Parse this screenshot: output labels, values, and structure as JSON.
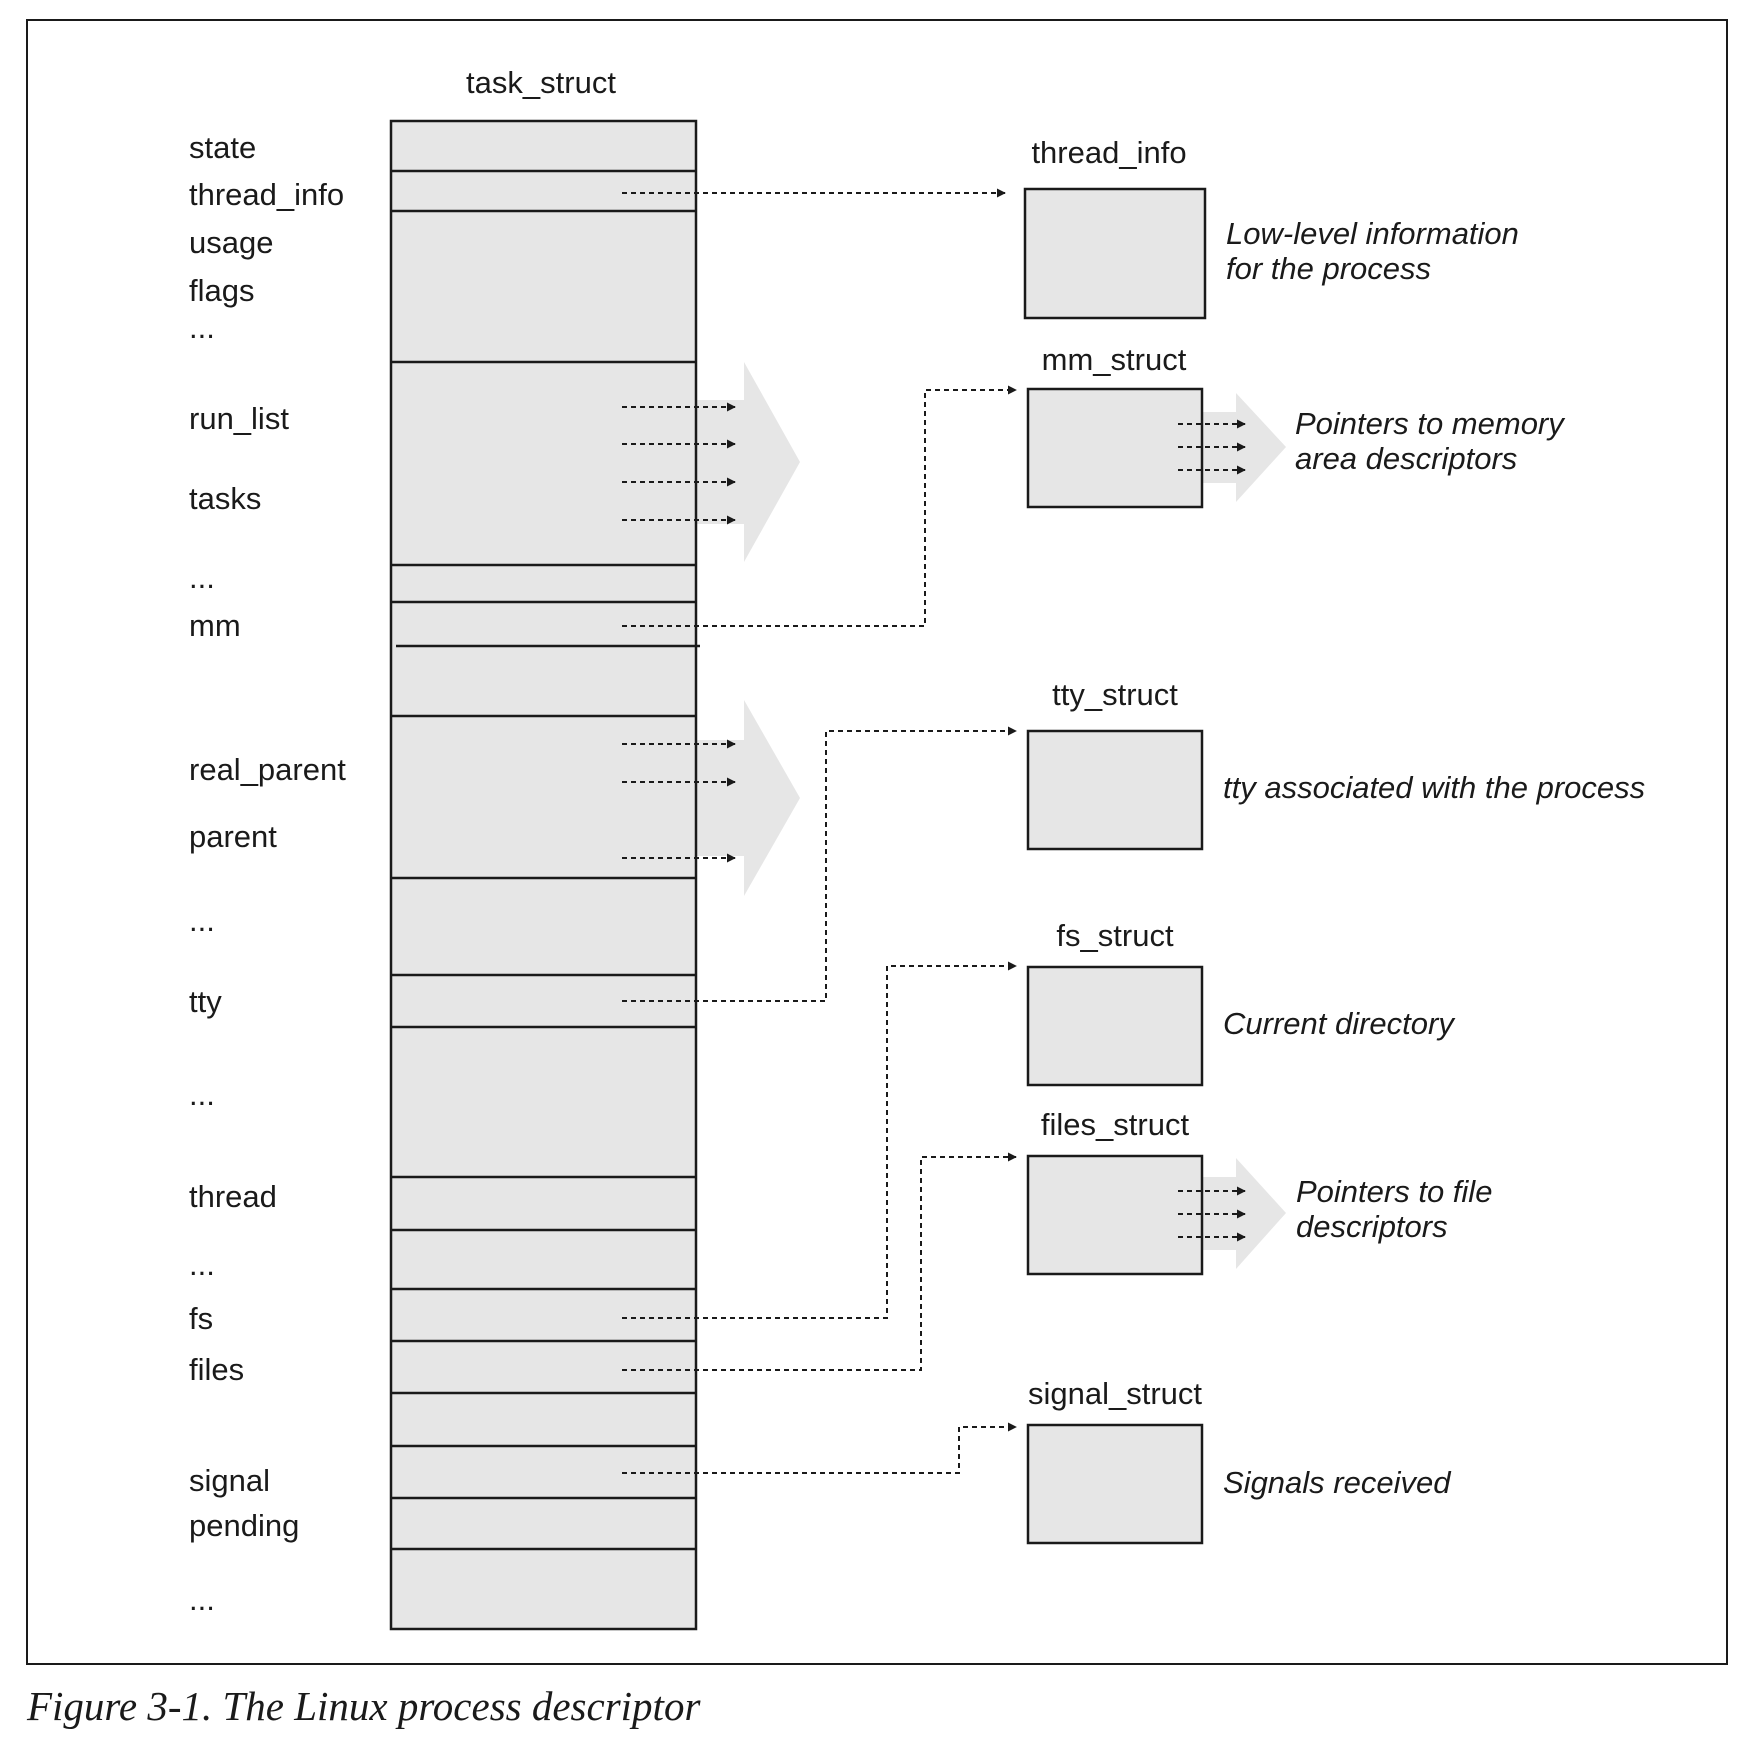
{
  "task_struct": {
    "title": "task_struct",
    "fields": {
      "state": "state",
      "thread_info": "thread_info",
      "usage": "usage",
      "flags": "flags",
      "ellipsis1": "...",
      "run_list": "run_list",
      "tasks": "tasks",
      "ellipsis2": "...",
      "mm": "mm",
      "real_parent": "real_parent",
      "parent": "parent",
      "ellipsis3": "...",
      "tty": "tty",
      "ellipsis4": "...",
      "thread": "thread",
      "ellipsis5": "...",
      "fs": "fs",
      "files": "files",
      "signal": "signal",
      "pending": "pending",
      "ellipsis6": "..."
    }
  },
  "structs": {
    "thread_info": {
      "title": "thread_info",
      "desc": [
        "Low-level information",
        "for the process"
      ]
    },
    "mm_struct": {
      "title": "mm_struct",
      "desc": [
        "Pointers to memory",
        "area descriptors"
      ]
    },
    "tty_struct": {
      "title": "tty_struct",
      "desc": [
        "tty associated with the process"
      ]
    },
    "fs_struct": {
      "title": "fs_struct",
      "desc": [
        "Current directory"
      ]
    },
    "files_struct": {
      "title": "files_struct",
      "desc": [
        "Pointers to file",
        "descriptors"
      ]
    },
    "signal_struct": {
      "title": "signal_struct",
      "desc": [
        "Signals received"
      ]
    }
  },
  "caption": "Figure 3-1. The Linux process descriptor",
  "colors": {
    "box_fill": "#e6e6e6",
    "stroke": "#1a1a1a"
  }
}
